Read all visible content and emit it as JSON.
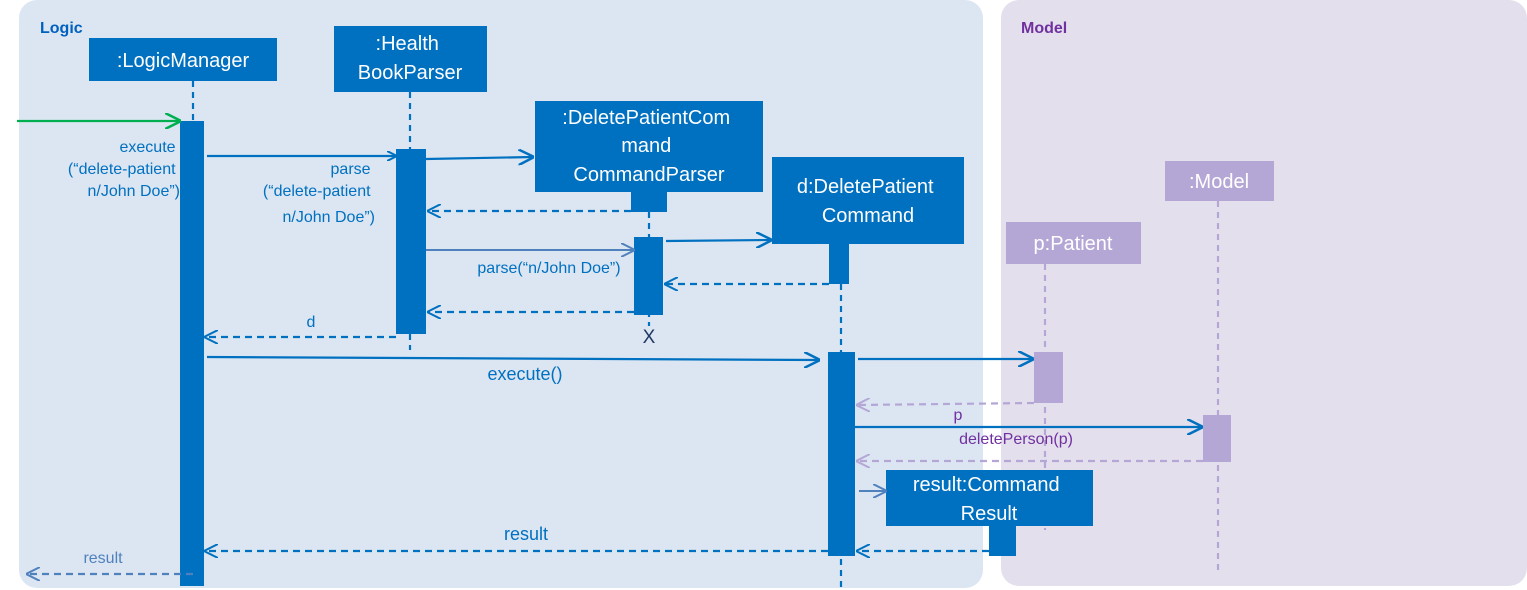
{
  "frames": {
    "logic": {
      "label": "Logic",
      "color": "#0060c0"
    },
    "model": {
      "label": "Model",
      "color": "#7030a0"
    }
  },
  "participants": {
    "logic_manager": {
      "lines": [
        ":LogicManager"
      ]
    },
    "parser": {
      "lines": [
        ":Health",
        "BookParser"
      ]
    },
    "cmd_parser": {
      "lines": [
        ":DeletePatientCom",
        "mand",
        "CommandParser"
      ]
    },
    "command": {
      "lines": [
        "d:DeletePatient",
        "Command"
      ]
    },
    "patient": {
      "lines": [
        "p:Patient"
      ]
    },
    "model": {
      "lines": [
        ":Model"
      ]
    },
    "result": {
      "lines": [
        "result:Command",
        "Result"
      ]
    }
  },
  "messages": {
    "execute_call": [
      "execute",
      "(“delete-patient",
      "n/John Doe”)"
    ],
    "parse_call": [
      "parse",
      "(“delete-patient",
      "n/John Doe”)"
    ],
    "parse_args": "parse(“n/John Doe”)",
    "return_d": "d",
    "destroy_mark": "X",
    "execute_cmd": "execute()",
    "return_p": "p",
    "delete_person": "deletePerson(p)",
    "return_result": "result",
    "return_result_out": "result"
  },
  "colors": {
    "logic_bg": "#dce6f2",
    "model_bg": "#e4dfec",
    "logic_blue": "#0070c0",
    "model_purple": "#b4a7d6",
    "entry_green": "#00b050",
    "return_blue": "#4f81bd"
  }
}
